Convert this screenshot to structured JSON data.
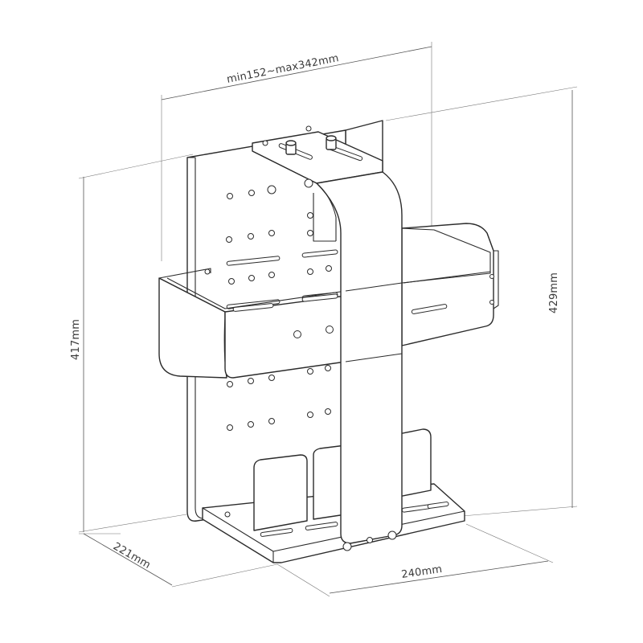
{
  "dimensions": {
    "width_range": "min152~max342mm",
    "height_front": "417mm",
    "height_back": "429mm",
    "depth": "221mm",
    "width": "240mm"
  },
  "colors": {
    "line": "#2b2b2b",
    "dimension_line": "#555555",
    "background": "#ffffff"
  }
}
